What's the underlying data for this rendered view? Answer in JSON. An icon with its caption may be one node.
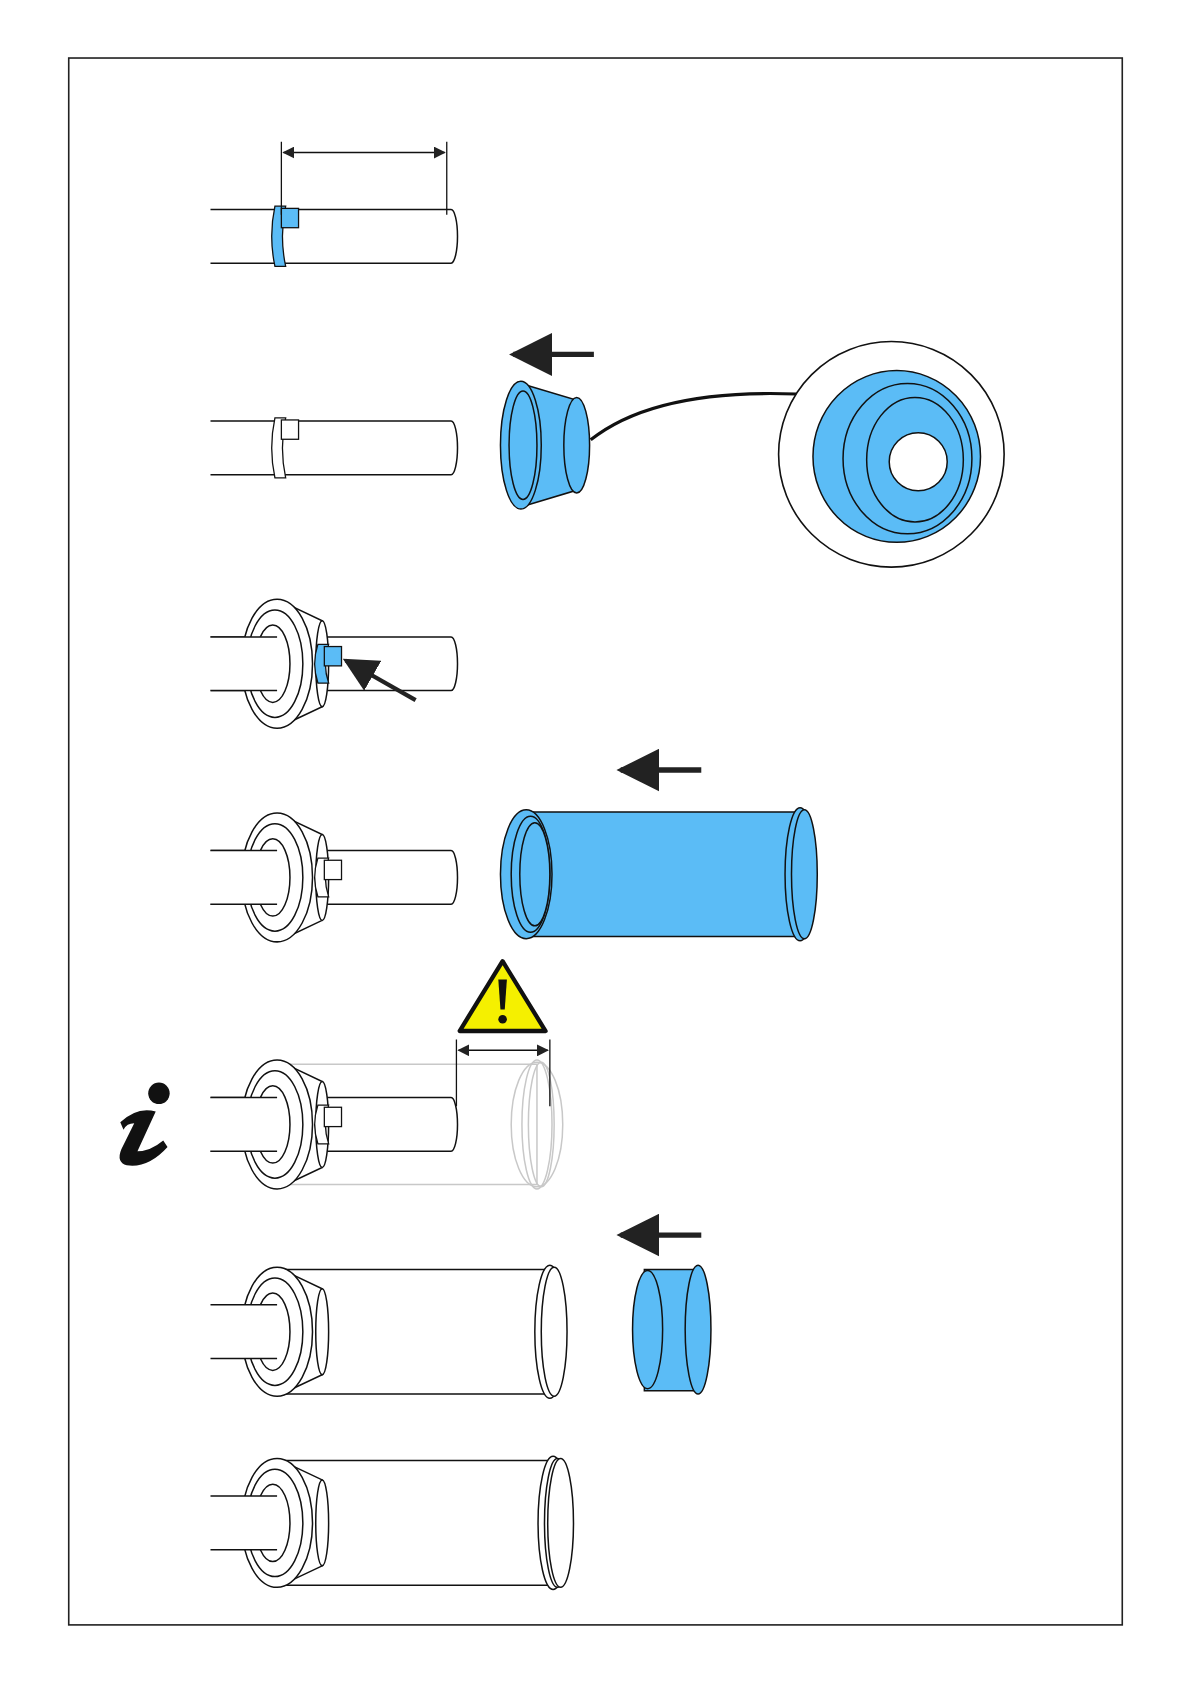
{
  "diagram": {
    "nodes": [
      {
        "text": [],
        "shape": "cylinder"
      },
      {
        "text": [],
        "shape": "circle"
      }
    ],
    "edges": [
      {
        "from": 0,
        "to": 1,
        "arrow": "none"
      }
    ]
  }
}
